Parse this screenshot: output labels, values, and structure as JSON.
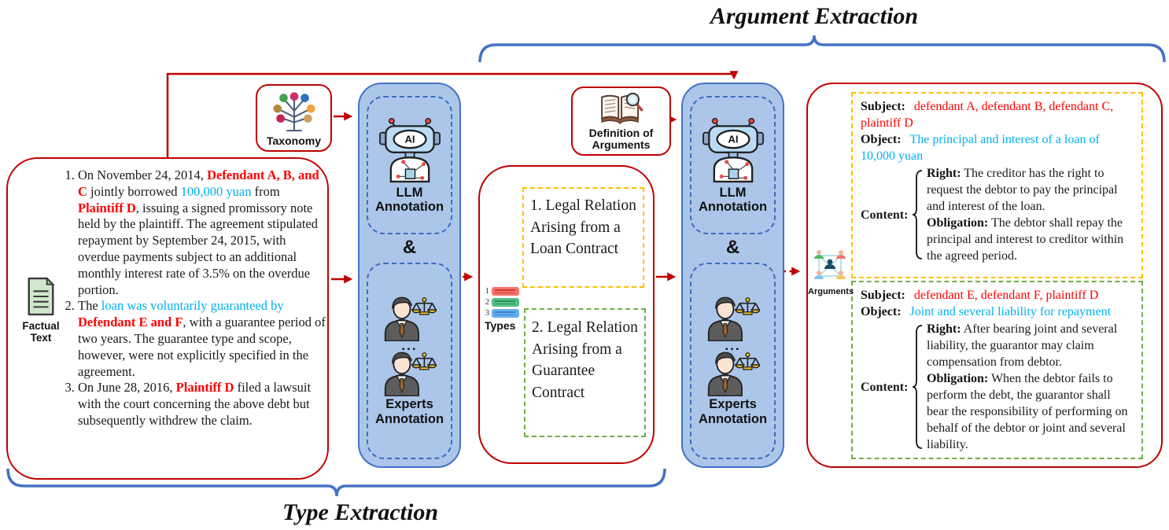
{
  "titles": {
    "argument_extraction": "Argument Extraction",
    "type_extraction": "Type Extraction"
  },
  "factual": {
    "label": "Factual Text",
    "items": [
      {
        "s": [
          {
            "x": "On November 24, 2014, "
          },
          {
            "x": "Defendant A, B, and C"
          },
          {
            "x": " jointly borrowed "
          },
          {
            "x": "100,000 yuan"
          },
          {
            "x": " from "
          },
          {
            "x": "Plaintiff D"
          },
          {
            "x": ", issuing a signed promissory note held by the plaintiff. The agreement stipulated repayment by September 24, 2015, with overdue payments subject to an additional monthly interest rate of 3.5% on the overdue portion."
          }
        ]
      },
      {
        "s": [
          {
            "x": "The "
          },
          {
            "x": "loan was voluntarily guaranteed by "
          },
          {
            "x": "Defendant E and F"
          },
          {
            "x": ", with a guarantee period of two years. The guarantee type and scope, however, were not explicitly specified in the agreement."
          }
        ]
      },
      {
        "s": [
          {
            "x": "On June 28, 2016, "
          },
          {
            "x": "Plaintiff D"
          },
          {
            "x": " filed a lawsuit with the court concerning the above debt but subsequently withdrew the claim."
          }
        ]
      }
    ]
  },
  "taxonomy": {
    "label": "Taxonomy"
  },
  "definition": {
    "label": "Definition of Arguments"
  },
  "pipeline": {
    "llm_label": "LLM Annotation",
    "and_symbol": "&",
    "experts_label": "Experts Annotation",
    "ellipsis": "...",
    "ai_label": "AI"
  },
  "types_box": {
    "type1": "1. Legal Relation Arising from a Loan Contract",
    "type2": "2. Legal Relation Arising from a Guarantee Contract",
    "legend": {
      "label": "Types",
      "rows": [
        "1",
        "2",
        "3"
      ]
    }
  },
  "arguments_icon_label": "Arguments",
  "results": {
    "labels": {
      "subject": "Subject:",
      "object": "Object:",
      "content": "Content:",
      "right": "Right:",
      "obligation": "Obligation:"
    },
    "loan": {
      "subject": "defendant A, defendant B, defendant C, plaintiff D",
      "object": "The principal and interest of a loan of 10,000 yuan",
      "right": "The creditor has the right to request the debtor to pay the principal and interest of the loan.",
      "obligation": "The debtor shall repay the principal and interest to creditor within the agreed period."
    },
    "guarantee": {
      "subject": "defendant E, defendant F, plaintiff D",
      "object": "Joint and several liability for repayment",
      "right": "After bearing joint and several liability, the guarantor may claim compensation from debtor.",
      "obligation": "When the debtor fails to perform the debt, the guarantor shall bear the responsibility of performing on behalf of the debtor or joint and several liability."
    }
  },
  "colors": {
    "box_border_red": "#C00000",
    "highlight_red": "#FF0000",
    "highlight_cyan": "#00B0F0",
    "pipeline_fill": "#ABC6E9",
    "pipeline_border": "#4472C4",
    "brace_blue": "#4472C4",
    "dashed_yellow": "#FFC000",
    "dashed_green": "#70AD47",
    "legend_type1": "#F4736E",
    "legend_type2": "#55BE86",
    "legend_type3": "#66ADEE"
  }
}
